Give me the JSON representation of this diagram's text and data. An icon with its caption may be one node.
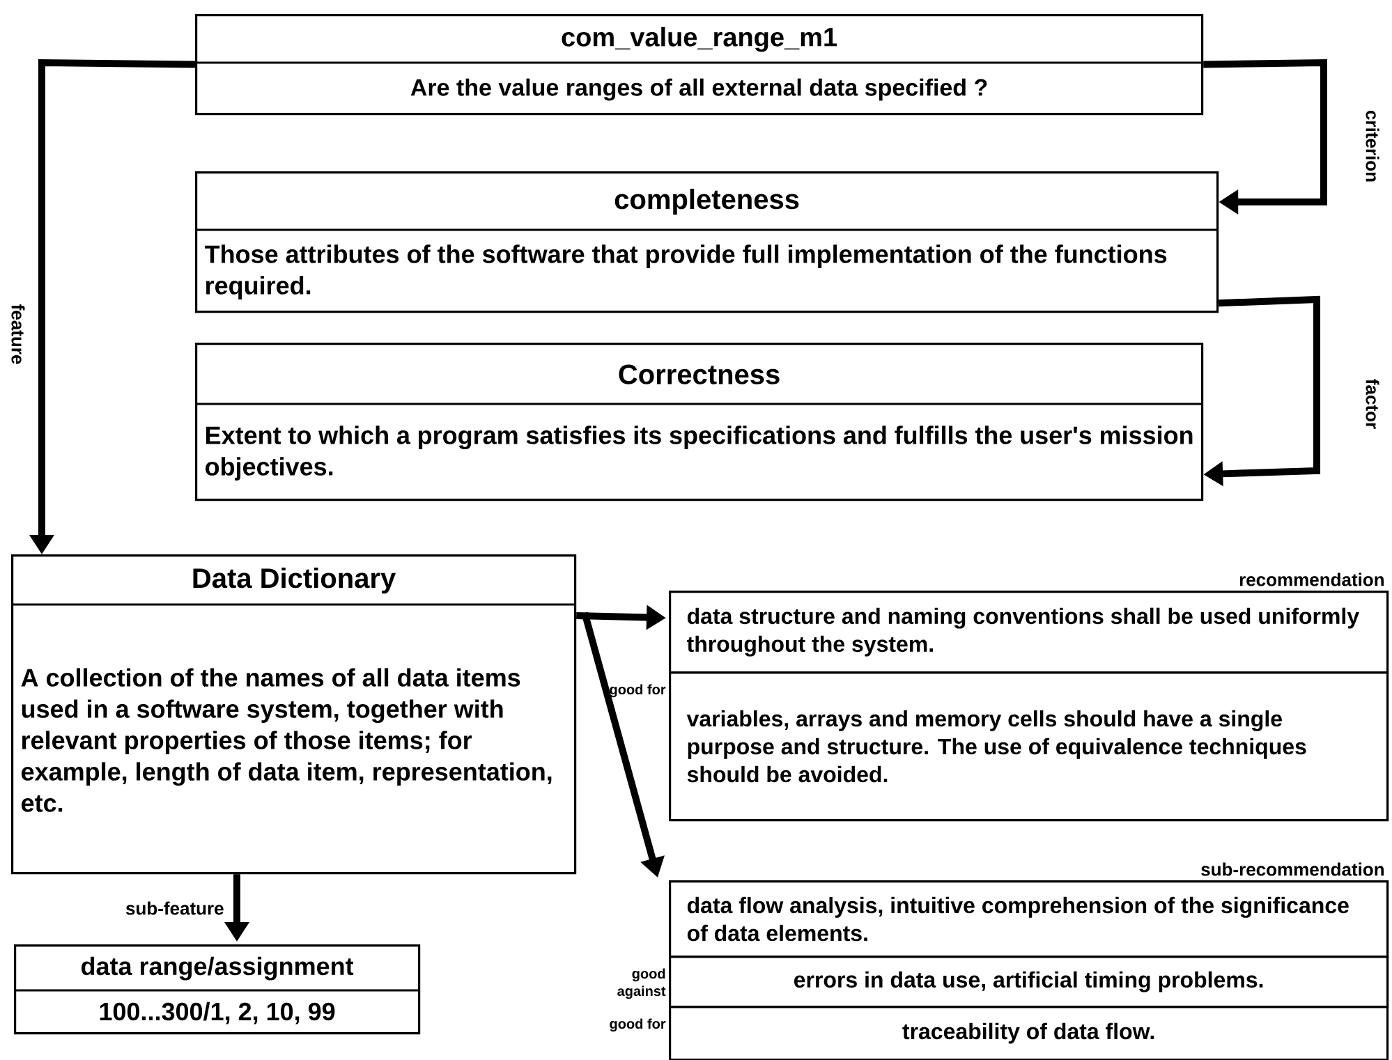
{
  "diagram": {
    "nodes": [
      {
        "text": [
          "com_value_range_m1",
          "Are the value ranges of all external data specified ?"
        ]
      },
      {
        "text": [
          "completeness",
          "Those attributes of the software that provide full implementation of the functions required."
        ]
      },
      {
        "text": [
          "Correctness",
          "Extent to which a program satisfies its specifications and fulfills the user's mission objectives."
        ]
      },
      {
        "text": [
          "Data Dictionary",
          "A collection of the names of all data items used in a software system, together with relevant properties of those items; for example, length of data item, representation, etc."
        ]
      },
      {
        "text": [
          "recommendation",
          "data structure and naming conventions shall be used uniformly throughout the system."
        ]
      },
      {
        "text": [
          "variables, arrays and memory cells should have a single purpose and structure. The use of equivalence techniques should be avoided."
        ],
        "beside": [
          "good for"
        ]
      },
      {
        "text": [
          "sub-recommendation",
          "data flow analysis, intuitive comprehension of the significance of data elements."
        ]
      },
      {
        "text": [
          "errors in data use, artificial timing problems."
        ],
        "beside": [
          "good against"
        ]
      },
      {
        "text": [
          "traceability of data flow."
        ],
        "beside": [
          "good for"
        ]
      },
      {
        "text": [
          "data range/assignment",
          "100...300/1, 2, 10, 99"
        ]
      }
    ],
    "edges": [
      {
        "from": 0,
        "to": 1,
        "arrow": "to",
        "label": "criterion"
      },
      {
        "from": 1,
        "to": 2,
        "arrow": "to",
        "label": "factor"
      },
      {
        "from": 0,
        "to": 3,
        "arrow": "to",
        "label": "feature"
      },
      {
        "from": 3,
        "to": 4,
        "arrow": "to"
      },
      {
        "from": 3,
        "to": 6,
        "arrow": "to"
      },
      {
        "from": 3,
        "to": 9,
        "arrow": "to",
        "label": "sub-feature"
      }
    ]
  }
}
